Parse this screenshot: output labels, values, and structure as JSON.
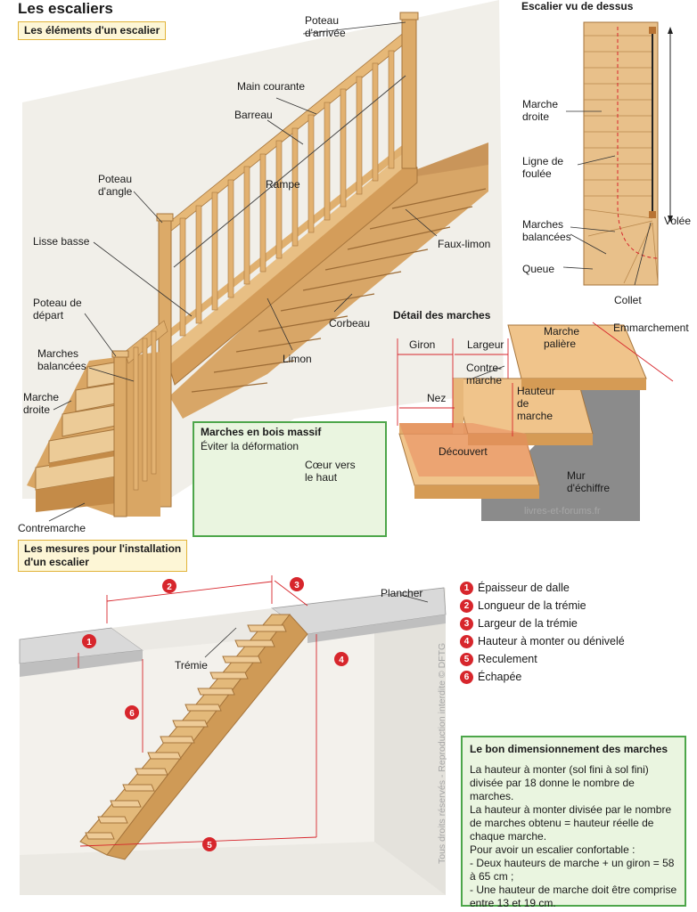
{
  "title": "Les escaliers",
  "section1": "Les éléments d'un escalier",
  "labels": {
    "poteau_arrivee": "Poteau\nd'arrivée",
    "main_courante": "Main courante",
    "barreau": "Barreau",
    "poteau_angle": "Poteau\nd'angle",
    "rampe": "Rampe",
    "lisse_basse": "Lisse basse",
    "faux_limon": "Faux-limon",
    "poteau_depart": "Poteau de\ndépart",
    "corbeau": "Corbeau",
    "marches_balancees": "Marches\nbalancées",
    "limon": "Limon",
    "marche_droite": "Marche\ndroite",
    "contremarche": "Contremarche"
  },
  "top_view": {
    "title": "Escalier vu de dessus",
    "marche_droite": "Marche\ndroite",
    "ligne_foulee": "Ligne de\nfoulée",
    "marches_balancees": "Marches\nbalancées",
    "queue": "Queue",
    "collet": "Collet",
    "volee": "Volée"
  },
  "detail": {
    "title": "Détail des marches",
    "giron": "Giron",
    "largeur": "Largeur",
    "marche_paliere": "Marche\npalière",
    "emmarchement": "Emmarchement",
    "contre_marche": "Contre-\nmarche",
    "nez": "Nez",
    "hauteur_marche": "Hauteur\nde\nmarche",
    "decouvert": "Découvert",
    "mur_echiffre": "Mur\nd'échiffre",
    "watermark": "livres-et-forums.fr"
  },
  "bois": {
    "title": "Marches en bois massif",
    "subtitle": "Éviter la déformation",
    "coeur": "Cœur vers\nle haut"
  },
  "section2": "Les mesures pour l'installation\nd'un escalier",
  "install": {
    "plancher": "Plancher",
    "tremie": "Trémie",
    "vertical_watermark": "Tous droits réservés - Reproduction interdite © DFTG"
  },
  "legend": [
    {
      "n": "1",
      "text": "Épaisseur de dalle"
    },
    {
      "n": "2",
      "text": "Longueur de la trémie"
    },
    {
      "n": "3",
      "text": "Largeur de la trémie"
    },
    {
      "n": "4",
      "text": "Hauteur à monter ou dénivelé"
    },
    {
      "n": "5",
      "text": "Reculement"
    },
    {
      "n": "6",
      "text": "Échapée"
    }
  ],
  "dim_box": {
    "title": "Le bon dimensionnement des marches",
    "p1": "La hauteur à monter (sol fini à sol fini) divisée par 18 donne le nombre de marches.",
    "p2": "La hauteur à monter divisée par le nombre de marches obtenu = hauteur réelle de chaque marche.",
    "p3": "Pour avoir un escalier confortable :",
    "p4": "- Deux hauteurs de marche + un giron = 58 à 65 cm ;",
    "p5": "- Une hauteur de marche doit être comprise entre 13 et 19 cm."
  },
  "colors": {
    "wood": "#e3b97a",
    "wood_dark": "#b88446",
    "accent_red": "#d7262c",
    "green": "#4da64a",
    "grey": "#8a8a8a"
  }
}
